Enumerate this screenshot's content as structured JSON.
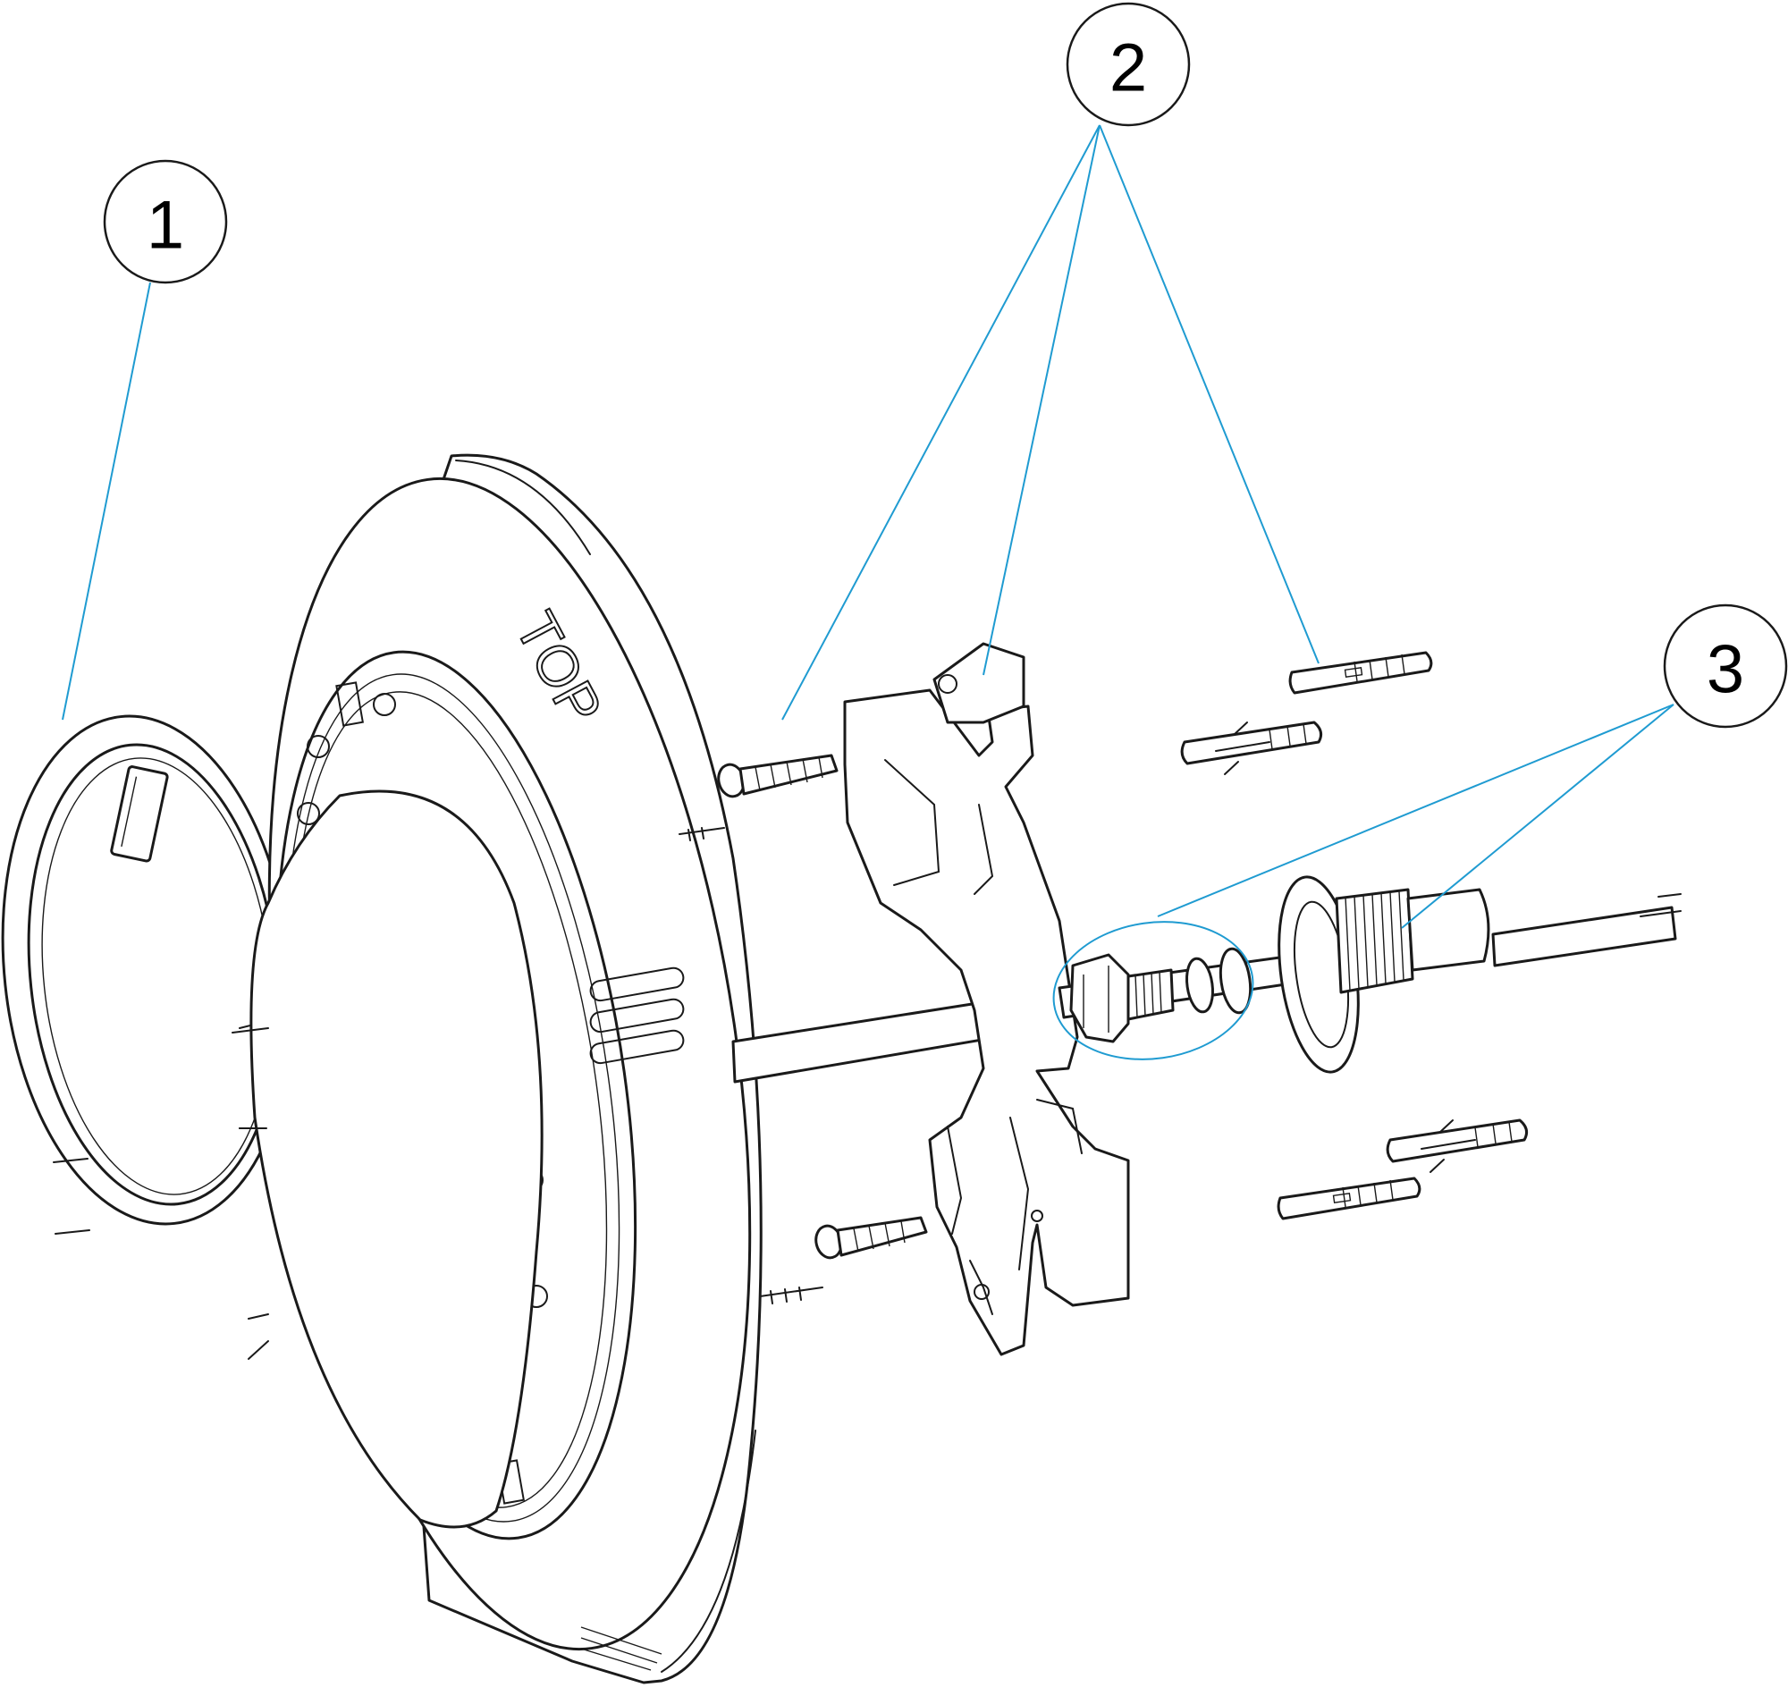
{
  "colors": {
    "leader": "#1f9bd1",
    "line": "#1a1a1a",
    "background": "#ffffff"
  },
  "callouts": [
    {
      "label": "1"
    },
    {
      "label": "2"
    },
    {
      "label": "3"
    }
  ],
  "housing": {
    "emboss_text": "TOP"
  }
}
